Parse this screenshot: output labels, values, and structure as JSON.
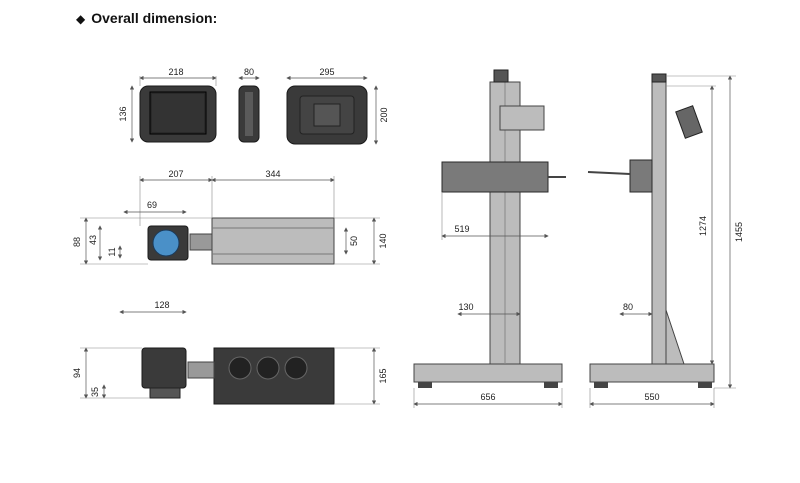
{
  "header": {
    "title": "Overall dimension:",
    "bullet_icon": "diamond-icon"
  },
  "dims": {
    "screen_width": "218",
    "screen_height": "136",
    "screen_depth": "80",
    "back_width": "295",
    "back_height": "200",
    "top_left_len": "207",
    "top_right_len": "344",
    "lens_dia": "69",
    "h_88": "88",
    "h_43": "43",
    "h_11": "11",
    "h_50": "50",
    "h_140": "140",
    "side_128": "128",
    "side_94": "94",
    "side_35": "35",
    "side_165": "165",
    "col_519": "519",
    "col_130": "130",
    "col_656": "656",
    "side_80": "80",
    "side_550": "550",
    "side_1274": "1274",
    "side_1455": "1455"
  }
}
